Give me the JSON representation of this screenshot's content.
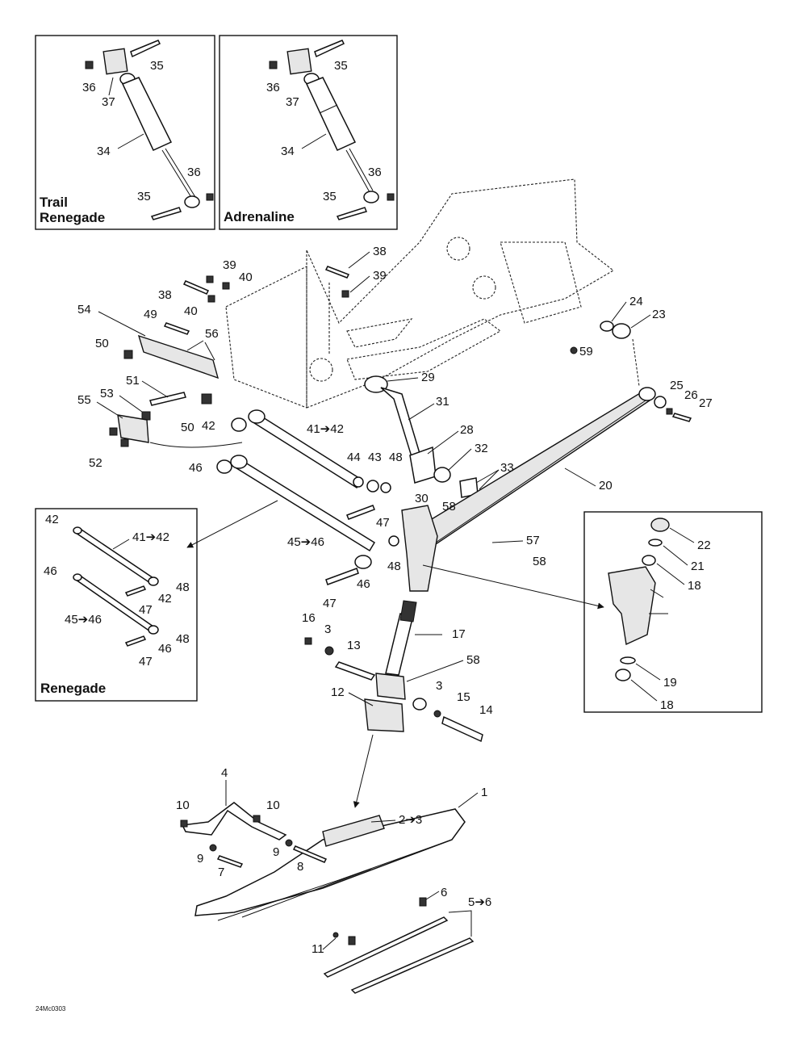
{
  "insets": {
    "trail_renegade": {
      "title_line1": "Trail",
      "title_line2": "Renegade",
      "labels": [
        "35",
        "36",
        "37",
        "34",
        "36",
        "35"
      ]
    },
    "adrenaline": {
      "title": "Adrenaline",
      "labels": [
        "35",
        "36",
        "37",
        "34",
        "36",
        "35"
      ]
    },
    "renegade": {
      "title": "Renegade",
      "labels": [
        "42",
        "41➔42",
        "46",
        "42",
        "48",
        "47",
        "45➔46",
        "48",
        "46",
        "47"
      ]
    },
    "spindle_detail": {
      "labels": [
        "22",
        "21",
        "18",
        "19",
        "18"
      ]
    }
  },
  "main_labels": {
    "l38a": "38",
    "l39a": "39",
    "l39b": "39",
    "l40a": "40",
    "l38b": "38",
    "l40b": "40",
    "l54": "54",
    "l49": "49",
    "l56": "56",
    "l50a": "50",
    "l51": "51",
    "l53": "53",
    "l55": "55",
    "l50b": "50",
    "l42": "42",
    "l52": "52",
    "l24": "24",
    "l23": "23",
    "l59": "59",
    "l29": "29",
    "l25": "25",
    "l26": "26",
    "l27": "27",
    "l31": "31",
    "l28": "28",
    "l4142": "41➔42",
    "l44": "44",
    "l43": "43",
    "l48a": "48",
    "l46a": "46",
    "l32": "32",
    "l33": "33",
    "l30": "30",
    "l58a": "58",
    "l20": "20",
    "l47a": "47",
    "l4546": "45➔46",
    "l48b": "48",
    "l57": "57",
    "l58b": "58",
    "l46b": "46",
    "l47b": "47",
    "l16": "16",
    "l3a": "3",
    "l13": "13",
    "l17": "17",
    "l58c": "58",
    "l12": "12",
    "l3b": "3",
    "l15": "15",
    "l14": "14",
    "l4": "4",
    "l10a": "10",
    "l10b": "10",
    "l1": "1",
    "l23ski": "2➔3",
    "l9a": "9",
    "l9b": "9",
    "l7": "7",
    "l8": "8",
    "l6": "6",
    "l56ski": "5➔6",
    "l11": "11"
  },
  "drawing_code": "24Mc0303",
  "colors": {
    "ink": "#111111",
    "paper": "#ffffff"
  }
}
